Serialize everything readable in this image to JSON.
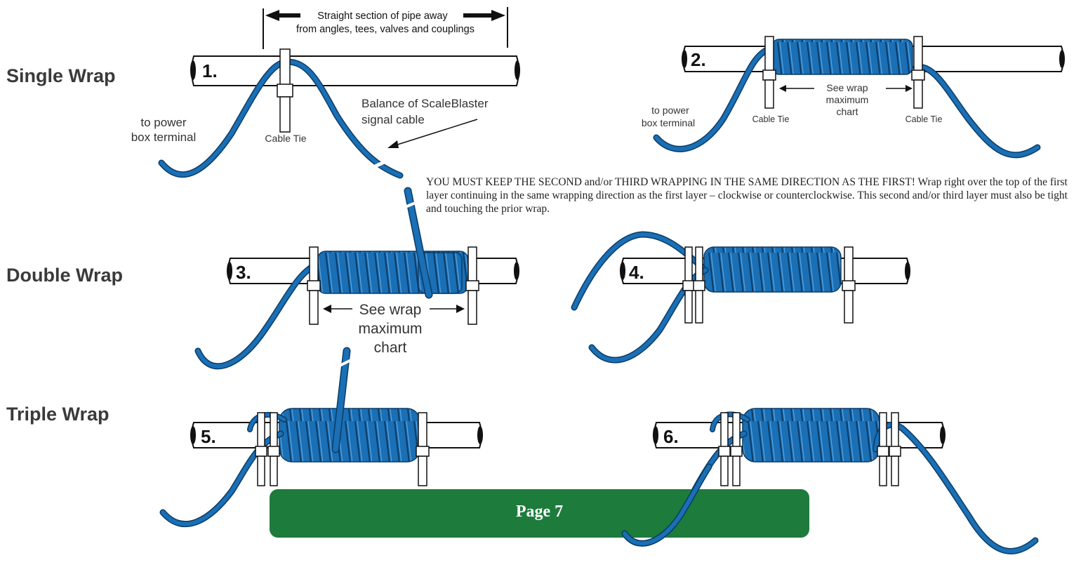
{
  "sections": {
    "single": "Single Wrap",
    "double": "Double Wrap",
    "triple": "Triple Wrap"
  },
  "steps": [
    "1.",
    "2.",
    "3.",
    "4.",
    "5.",
    "6."
  ],
  "labels": {
    "straight_section_line1": "Straight section of pipe away",
    "straight_section_line2": "from angles, tees, valves and couplings",
    "to_power_line1": "to power",
    "to_power_line2": "box terminal",
    "cable_tie": "Cable Tie",
    "balance_line1": "Balance of ScaleBlaster",
    "balance_line2": "signal cable",
    "see_wrap_line1": "See wrap",
    "see_wrap_line2": "maximum",
    "see_wrap_line3": "chart"
  },
  "notice": "YOU MUST KEEP THE SECOND and/or THIRD WRAPPING IN THE SAME DIRECTION AS THE FIRST!  Wrap right over the top of the first layer continuing in the same wrapping direction as the first layer – clockwise or counterclockwise.  This second and/or third layer must also be tight and touching the prior wrap.",
  "page_label": "Page 7",
  "colors": {
    "cable": "#1a6fb5",
    "cable_outline": "#0b3c66",
    "badge": "#1d7b3c",
    "pipe_stroke": "#111111"
  }
}
